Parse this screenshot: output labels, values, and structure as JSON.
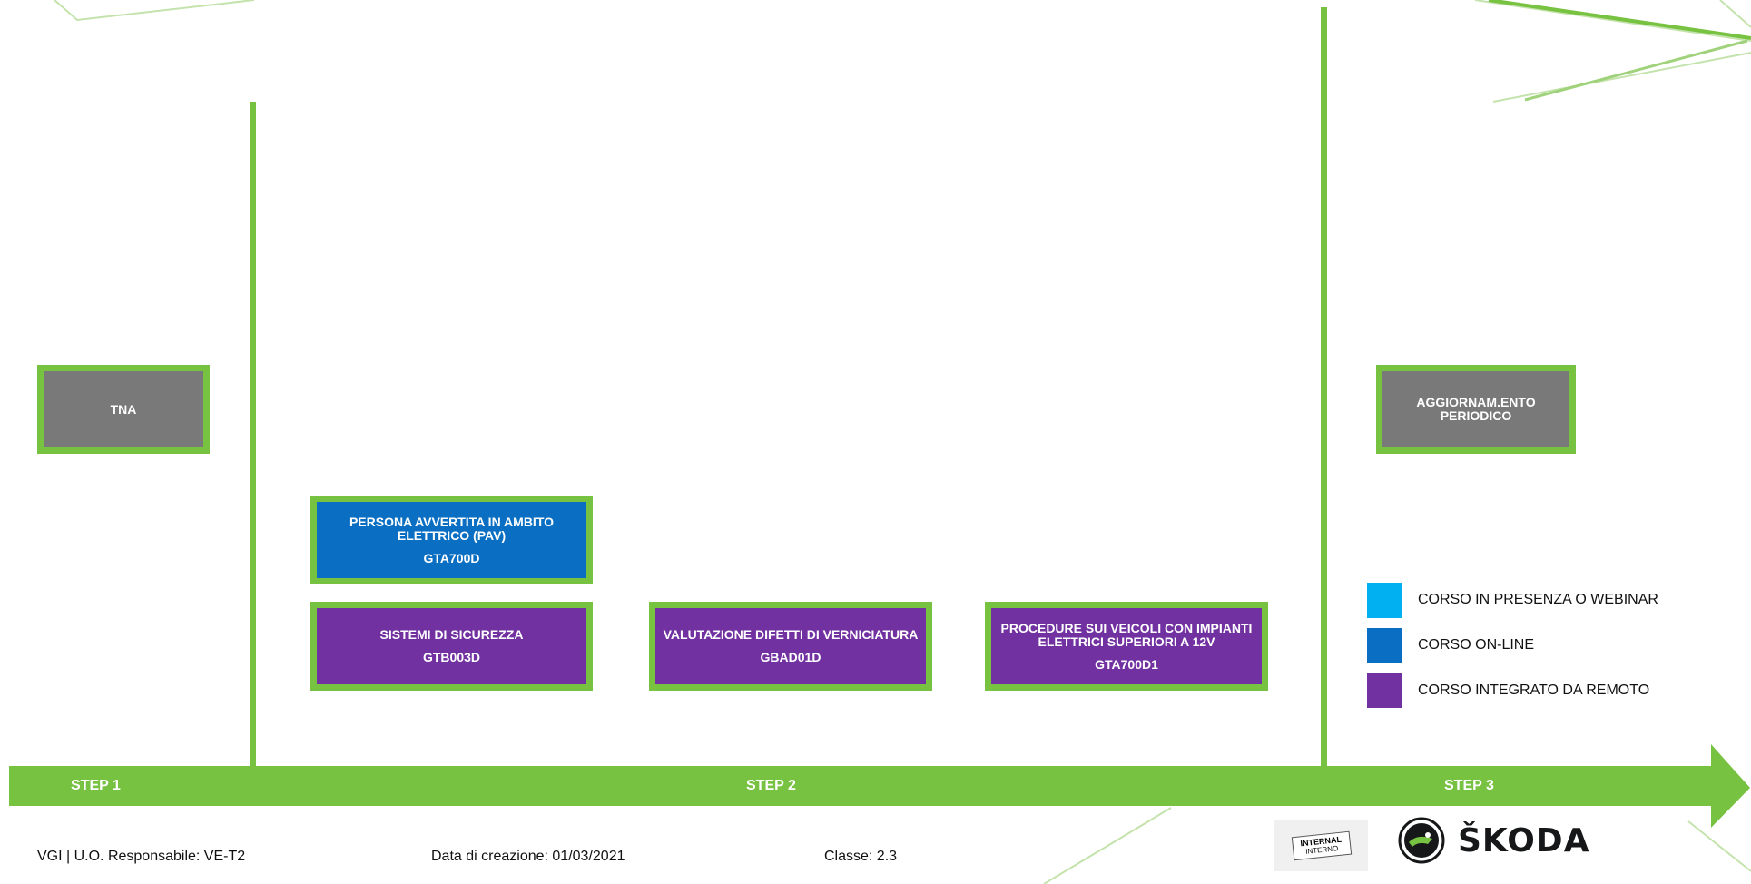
{
  "colors": {
    "accent_green": "#78c242",
    "presenza": "#00b0f0",
    "online": "#0a6fc2",
    "remoto": "#7231a0",
    "neutral": "#797979"
  },
  "boxes": {
    "tna": {
      "title": "TNA"
    },
    "aggiornamento": {
      "title": "AGGIORNAM.ENTO PERIODICO"
    },
    "pav": {
      "title": "PERSONA AVVERTITA IN AMBITO ELETTRICO  (PAV)",
      "code": "GTA700D"
    },
    "sicurezza": {
      "title": "SISTEMI DI SICUREZZA",
      "code": "GTB003D"
    },
    "verniciatura": {
      "title": "VALUTAZIONE DIFETTI DI VERNICIATURA",
      "code": "GBAD01D"
    },
    "procedure": {
      "title": "PROCEDURE SUI VEICOLI CON IMPIANTI ELETTRICI SUPERIORI A 12V",
      "code": "GTA700D1"
    }
  },
  "steps": [
    "STEP 1",
    "STEP 2",
    "STEP 3"
  ],
  "legend": [
    {
      "label": "CORSO IN PRESENZA O WEBINAR",
      "color": "#00b0f0"
    },
    {
      "label": "CORSO ON-LINE",
      "color": "#0a6fc2"
    },
    {
      "label": "CORSO INTEGRATO DA REMOTO",
      "color": "#7231a0"
    }
  ],
  "footer": {
    "org": "VGI | U.O. Responsabile: VE-T2",
    "date": "Data di creazione:  01/03/2021",
    "classe": "Classe: 2.3"
  },
  "stamp": {
    "line1": "INTERNAL",
    "line2": "INTERNO"
  },
  "brand": {
    "name": "ŠKODA"
  }
}
